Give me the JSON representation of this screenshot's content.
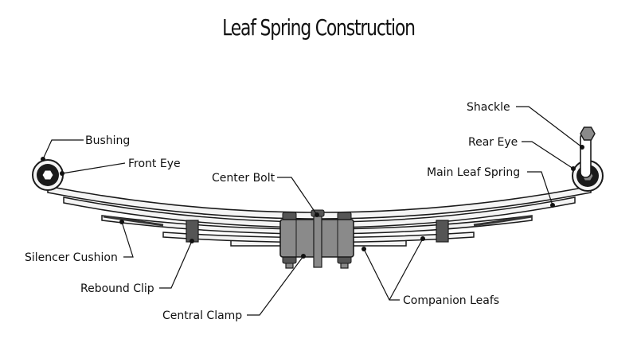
{
  "title": "Leaf Spring Construction",
  "labels": {
    "bushing": "Bushing",
    "front_eye": "Front Eye",
    "center_bolt": "Center Bolt",
    "shackle": "Shackle",
    "rear_eye": "Rear Eye",
    "main_leaf_spring": "Main Leaf Spring",
    "silencer_cushion": "Silencer Cushion",
    "rebound_clip": "Rebound Clip",
    "central_clamp": "Central Clamp",
    "companion_leafs": "Companion Leafs"
  },
  "colors": {
    "outline": "#1a1a1a",
    "clamp": "#8a8a8a",
    "dark_part": "#555555",
    "leaf_fill": "#f4f4f4"
  }
}
